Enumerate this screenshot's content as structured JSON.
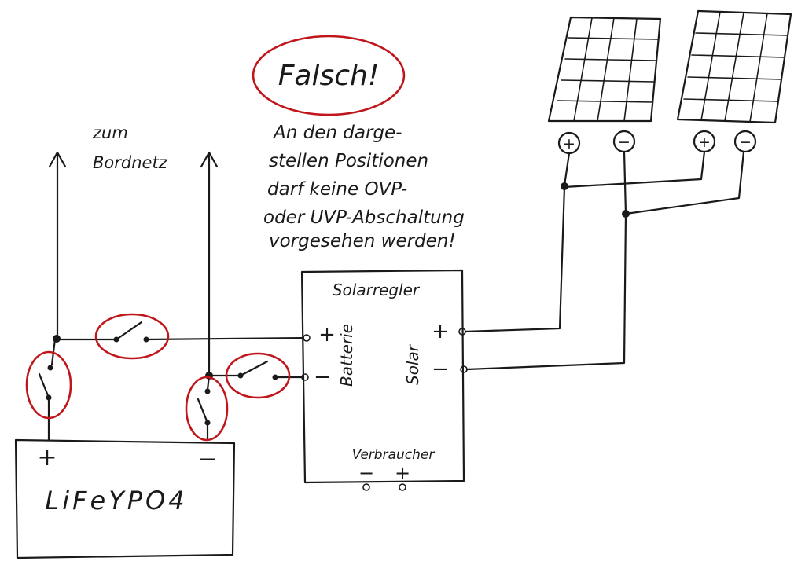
{
  "title": "Falsch!",
  "note_lines": [
    "An den darge-",
    "stellen Positionen",
    "darf keine OVP-",
    "oder UVP-Abschaltung",
    "vorgesehen werden!"
  ],
  "bordnetz_line1": "zum",
  "bordnetz_line2": "Bordnetz",
  "controller": {
    "title": "Solarregler",
    "battery_label": "Batterie",
    "solar_label": "Solar",
    "load_label": "Verbraucher",
    "plus": "+",
    "minus": "−"
  },
  "battery": {
    "label": "LiFeYPO4",
    "plus": "+",
    "minus": "−"
  },
  "panel_terminals": [
    "+",
    "−",
    "+",
    "−"
  ],
  "colors": {
    "ink": "#1a1a1a",
    "highlight": "#c0161b"
  }
}
